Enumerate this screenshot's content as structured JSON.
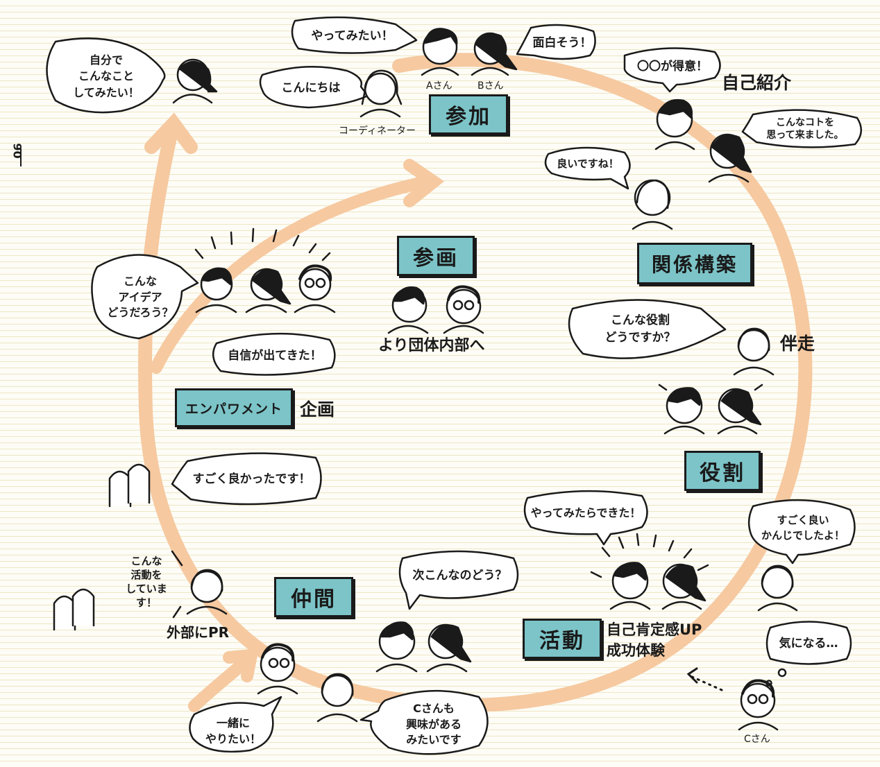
{
  "page_number": "90",
  "stages": {
    "sanka": "参加",
    "kankei_kouchiku": "関係構築",
    "yakuwari": "役割",
    "katsudou": "活動",
    "nakama": "仲間",
    "empowerment": "エンパワメント",
    "sankaku": "参画"
  },
  "side_labels": {
    "jiko_shoukai": "自己紹介",
    "bansou": "伴走",
    "kikaku": "企画",
    "yori_dantai": "より団体内部へ",
    "gaibu_pr": "外部にPR",
    "jiko_koutei_line1": "自己肯定感UP",
    "jiko_koutei_line2": "成功体験"
  },
  "person_labels": {
    "a_san": "Aさん",
    "b_san": "Bさん",
    "coordinator": "コーディネーター",
    "c_san": "Cさん"
  },
  "bubbles": {
    "jibun_de": "自分で\nこんなこと\nしてみたい！",
    "yatte_mitai": "やってみたい！",
    "omoshirosou": "面白そう！",
    "konnichiwa": "こんにちは",
    "tokui": "〇〇が得意！",
    "omotte_kimashita": "こんなコトを\n思って来ました。",
    "ii_desu_ne": "良いですね！",
    "konna_idea": "こんな\nアイデア\nどうだろう？",
    "jishin": "自信が出てきた！",
    "konna_yakuwari": "こんな役割\nどうですか？",
    "sugoku_yokatta": "すごく良かったです！",
    "yatte_mitara": "やってみたらできた！",
    "sugoku_ii_kanji": "すごく良い\nかんじでしたよ！",
    "konna_katsudou": "こんな\n活動を\nしています！",
    "tsugi_konna": "次こんなのどう？",
    "ki_ni_naru": "気になる…",
    "issho_ni": "一緒に\nやりたい！",
    "c_san_mo": "Cさんも\n興味がある\nみたいです"
  },
  "colors": {
    "circle_arrow": "#f6c9a0",
    "stage_fill": "#7cc4c8",
    "line": "#1a1a1a",
    "paper": "#fdfcf6",
    "paper_lines": "#efe6c4"
  }
}
